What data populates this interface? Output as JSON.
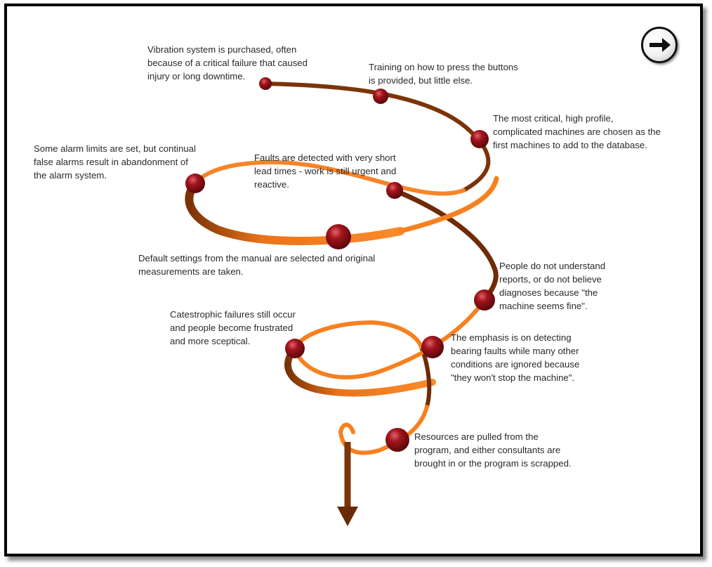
{
  "colors": {
    "ribbon_front": "#f7801f",
    "ribbon_back": "#7a3206",
    "node": "#8e0f14",
    "arrow_head": "#6b2a07"
  },
  "controls": {
    "next_icon": "right-arrow-icon"
  },
  "steps": [
    {
      "text": "Vibration system is purchased, often\nbecause of a critical failure that caused\ninjury or long downtime."
    },
    {
      "text": "Training on how to press the buttons\nis provided, but little else."
    },
    {
      "text": "The most critical, high profile,\ncomplicated machines are chosen as the\nfirst machines to add to the database."
    },
    {
      "text": "Faults are detected with very short\nlead times - work is still urgent and\nreactive."
    },
    {
      "text": "Default settings from the manual are selected and original\nmeasurements are taken."
    },
    {
      "text": "Some alarm limits are set, but continual\nfalse alarms result in abandonment of\nthe alarm system."
    },
    {
      "text": "People do not understand\nreports, or do not believe\ndiagnoses because \"the\nmachine seems fine\"."
    },
    {
      "text": "The emphasis is on detecting\nbearing faults while many other\nconditions are ignored because\n\"they won't stop the machine\"."
    },
    {
      "text": "Catestrophic failures still occur\nand people become frustrated\nand more sceptical."
    },
    {
      "text": "Resources are pulled from the\nprogram, and either consultants are\nbrought in or the program is scrapped."
    }
  ]
}
